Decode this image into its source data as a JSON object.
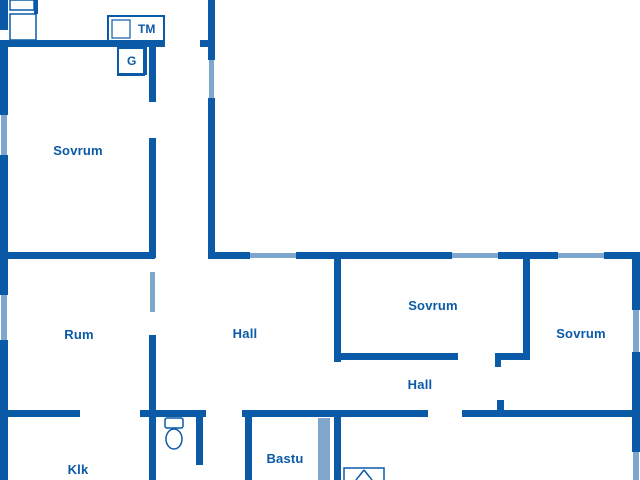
{
  "colors": {
    "wall": "#0a5aa8",
    "window": "#7fa6cc",
    "fixture_line": "#0a5aa8",
    "background": "#ffffff"
  },
  "rooms": [
    {
      "id": "sovrum_1",
      "label": "Sovrum"
    },
    {
      "id": "rum",
      "label": "Rum"
    },
    {
      "id": "klk",
      "label": "Klk"
    },
    {
      "id": "hall_1",
      "label": "Hall"
    },
    {
      "id": "hall_2",
      "label": "Hall"
    },
    {
      "id": "sovrum_2",
      "label": "Sovrum"
    },
    {
      "id": "sovrum_3",
      "label": "Sovrum"
    },
    {
      "id": "bastu",
      "label": "Bastu"
    }
  ],
  "fixtures": {
    "tm": "TM",
    "g": "G",
    "toilet_icon": "toilet-icon",
    "stair_icon": "stair-icon"
  }
}
